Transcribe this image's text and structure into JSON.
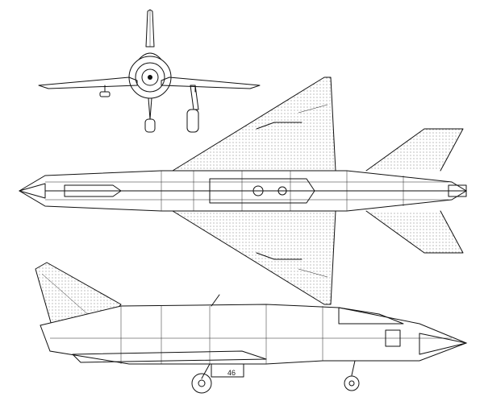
{
  "drawing": {
    "ink_color": "#111111",
    "paper_color": "#ffffff",
    "views": [
      "front-view",
      "plan-view",
      "side-view"
    ]
  },
  "side_view": {
    "fuselage_marking": "46"
  }
}
